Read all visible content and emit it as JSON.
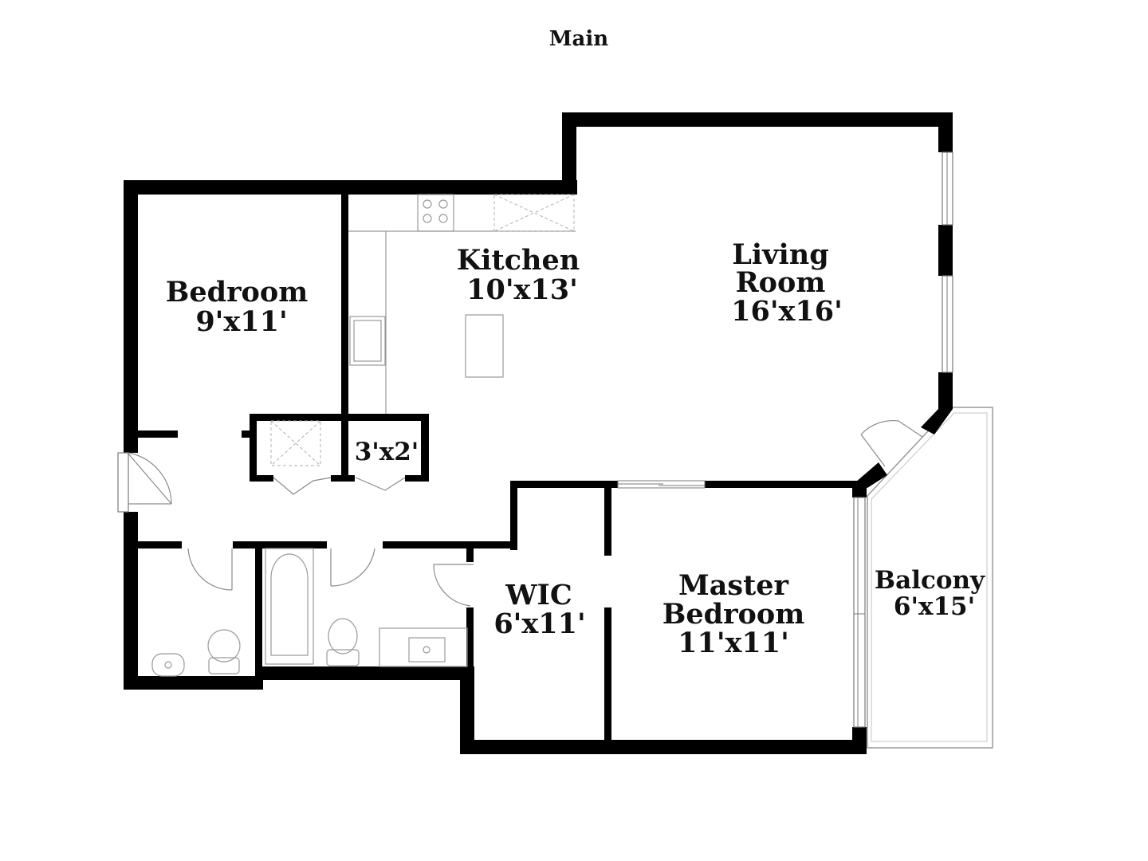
{
  "plan": {
    "title": "Main",
    "wall_color": "#000000",
    "fixture_color": "#9a9a9a",
    "rooms": {
      "bedroom": {
        "name": "Bedroom",
        "dims": "9'x11'"
      },
      "kitchen": {
        "name": "Kitchen",
        "dims": "10'x13'"
      },
      "living": {
        "name_line1": "Living",
        "name_line2": "Room",
        "dims": "16'x16'"
      },
      "closet": {
        "dims": "3'x2'"
      },
      "wic": {
        "name": "WIC",
        "dims": "6'x11'"
      },
      "master": {
        "name_line1": "Master",
        "name_line2": "Bedroom",
        "dims": "11'x11'"
      },
      "balcony": {
        "name": "Balcony",
        "dims": "6'x15'"
      }
    }
  }
}
